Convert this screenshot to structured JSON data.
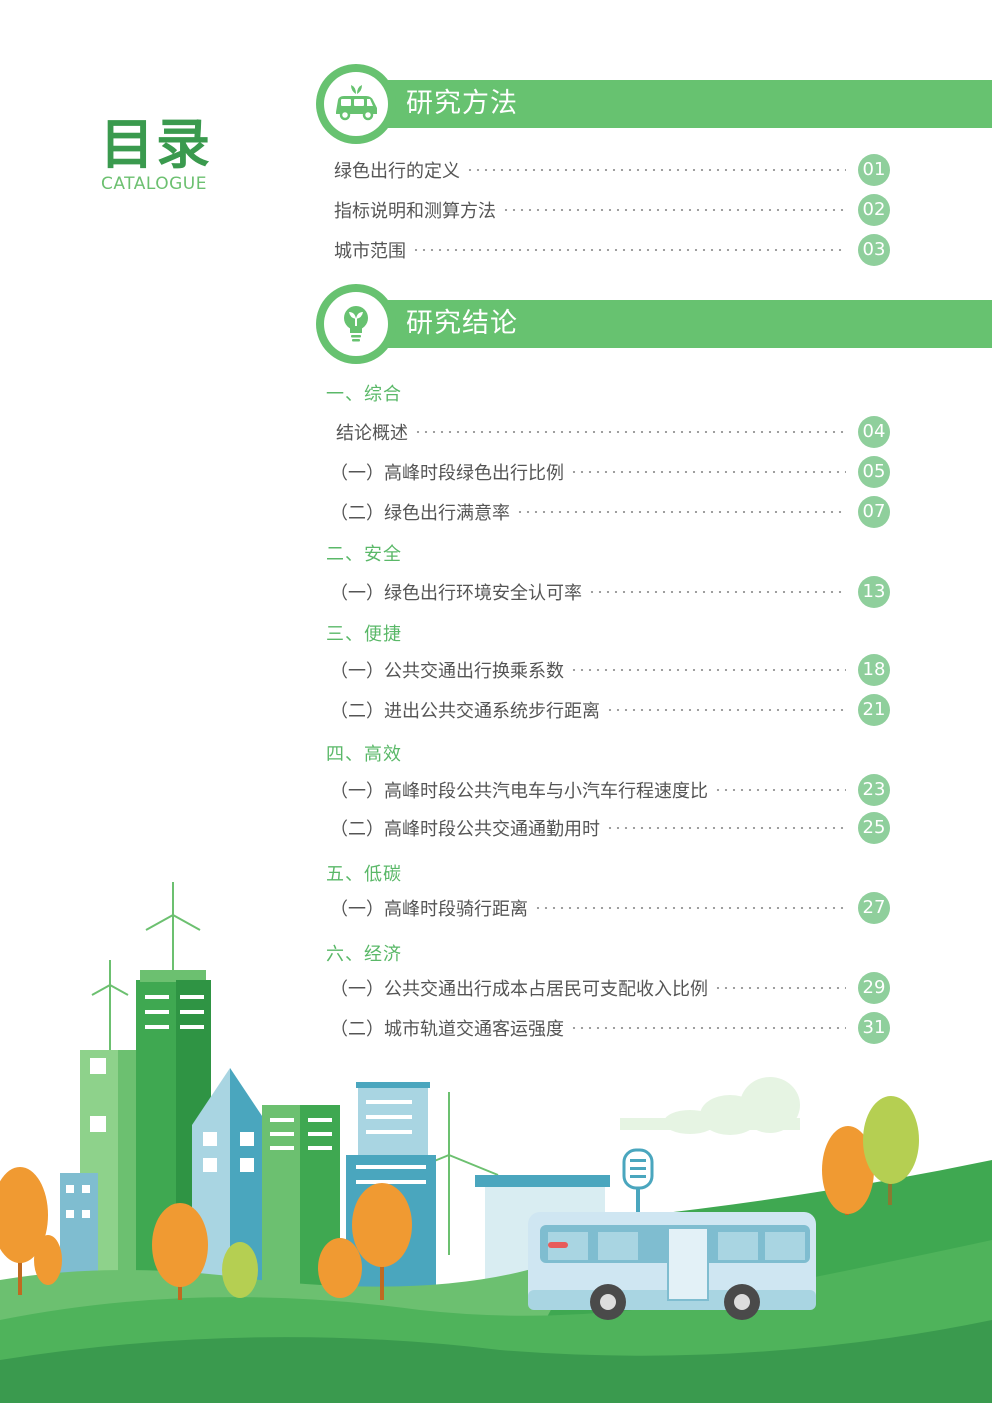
{
  "header": {
    "title": "目录",
    "subtitle": "CATALOGUE"
  },
  "colors": {
    "accent": "#67c270",
    "badge": "#8fcf9c",
    "heading": "#3a9a4e"
  },
  "sections": [
    {
      "title": "研究方法",
      "icon": "car-icon",
      "items": [
        {
          "label": "绿色出行的定义",
          "page": "01"
        },
        {
          "label": "指标说明和测算方法",
          "page": "02"
        },
        {
          "label": "城市范围",
          "page": "03"
        }
      ]
    },
    {
      "title": "研究结论",
      "icon": "lightbulb-icon",
      "categories": [
        {
          "heading": "一、综合",
          "items": [
            {
              "label": "结论概述",
              "page": "04"
            },
            {
              "label": "（一）高峰时段绿色出行比例",
              "page": "05"
            },
            {
              "label": "（二）绿色出行满意率",
              "page": "07"
            }
          ]
        },
        {
          "heading": "二、安全",
          "items": [
            {
              "label": "（一）绿色出行环境安全认可率",
              "page": "13"
            }
          ]
        },
        {
          "heading": "三、便捷",
          "items": [
            {
              "label": "（一）公共交通出行换乘系数",
              "page": "18"
            },
            {
              "label": "（二）进出公共交通系统步行距离",
              "page": "21"
            }
          ]
        },
        {
          "heading": "四、高效",
          "items": [
            {
              "label": "（一）高峰时段公共汽电车与小汽车行程速度比",
              "page": "23"
            },
            {
              "label": "（二）高峰时段公共交通通勤用时",
              "page": "25"
            }
          ]
        },
        {
          "heading": "五、低碳",
          "items": [
            {
              "label": "（一）高峰时段骑行距离",
              "page": "27"
            }
          ]
        },
        {
          "heading": "六、经济",
          "items": [
            {
              "label": "（一）公共交通出行成本占居民可支配收入比例",
              "page": "29"
            },
            {
              "label": "（二）城市轨道交通客运强度",
              "page": "31"
            }
          ]
        }
      ]
    }
  ]
}
